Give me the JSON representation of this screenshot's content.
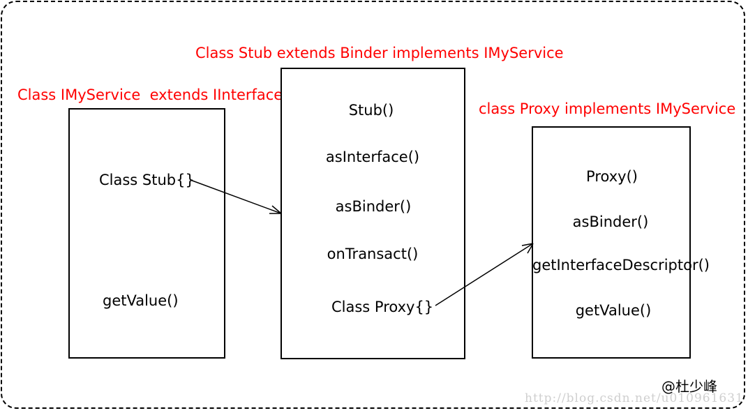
{
  "titles": {
    "imyservice": "Class IMyService  extends IInterface",
    "stub": "Class Stub extends Binder implements IMyService",
    "proxy": "class Proxy implements IMyService"
  },
  "imyservice_box": {
    "items": [
      "Class Stub{}",
      "getValue()"
    ]
  },
  "stub_box": {
    "items": [
      "Stub()",
      "asInterface()",
      "asBinder()",
      "onTransact()",
      "Class Proxy{}"
    ]
  },
  "proxy_box": {
    "items": [
      "Proxy()",
      "asBinder()",
      "getInterfaceDescriptor()",
      "getValue()"
    ]
  },
  "watermark": "http://blog.csdn.net/u010961631",
  "author_handle": "@杜少峰",
  "colors": {
    "title": "#ff0000",
    "text": "#000000",
    "line": "#000000"
  }
}
